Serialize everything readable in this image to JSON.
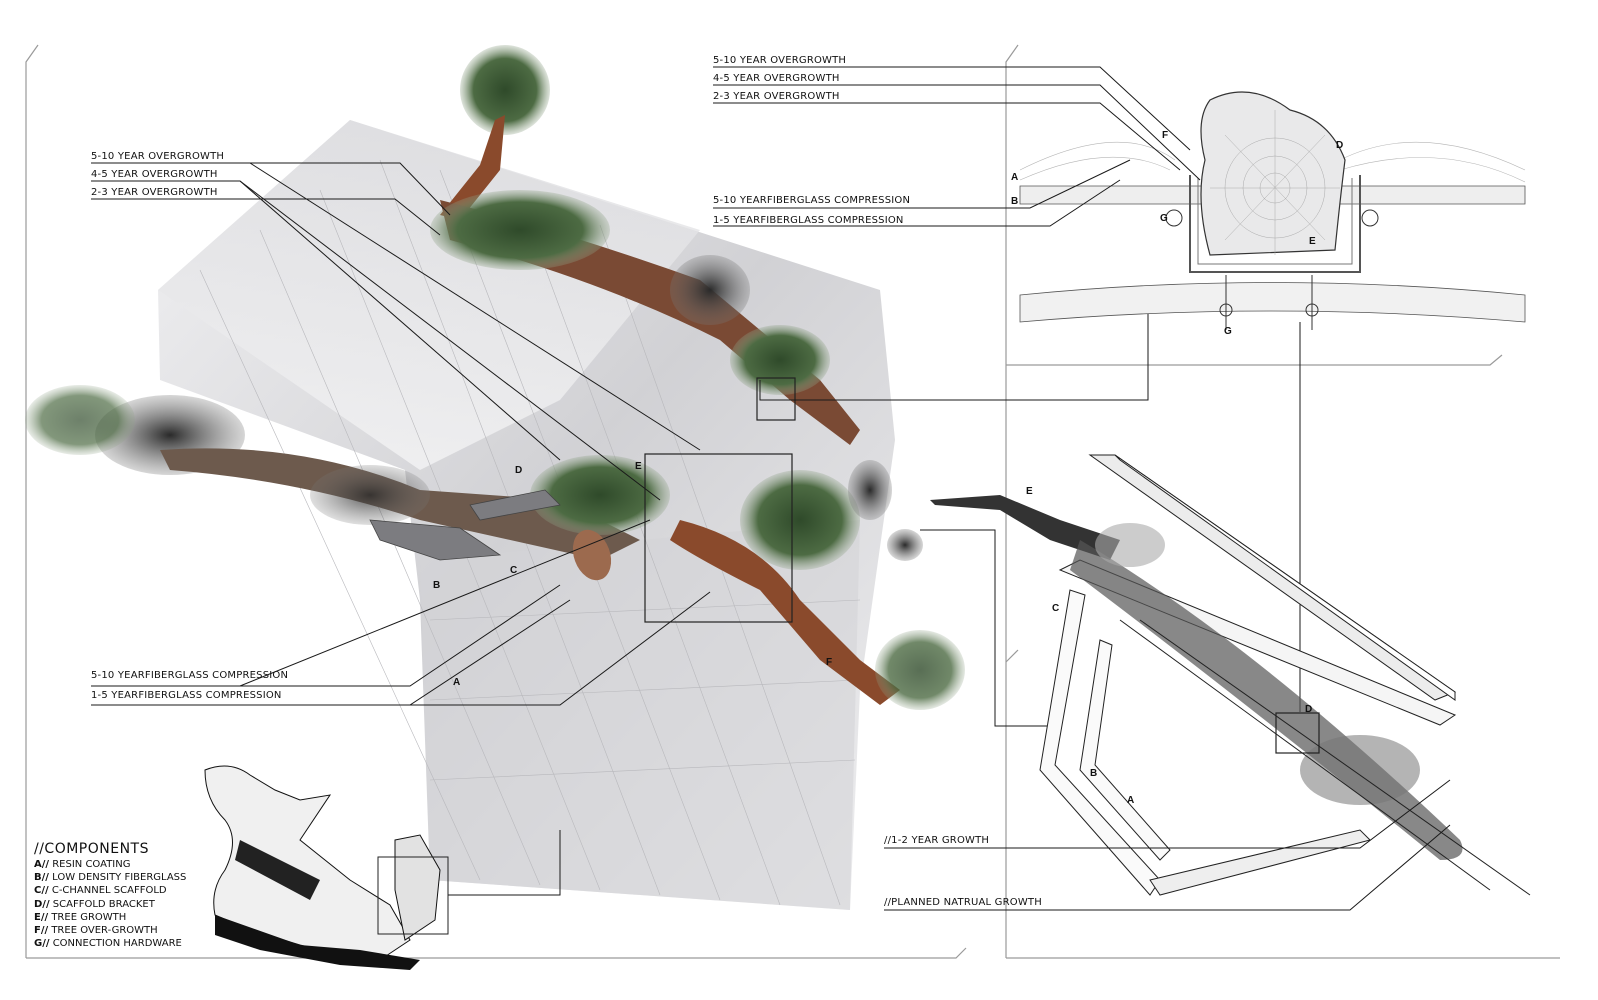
{
  "left_diagram": {
    "overgrowth_labels": [
      "5-10 YEAR OVERGROWTH",
      "4-5 YEAR OVERGROWTH",
      "2-3 YEAR OVERGROWTH"
    ],
    "compression_labels": [
      "5-10 YEARFIBERGLASS COMPRESSION",
      "1-5 YEARFIBERGLASS COMPRESSION"
    ],
    "letters": {
      "d": "D",
      "e": "E",
      "b": "B",
      "c": "C",
      "a": "A",
      "f": "F"
    }
  },
  "section_detail": {
    "overgrowth_labels": [
      "5-10 YEAR OVERGROWTH",
      "4-5 YEAR OVERGROWTH",
      "2-3 YEAR OVERGROWTH"
    ],
    "compression_labels": [
      "5-10 YEARFIBERGLASS COMPRESSION",
      "1-5 YEARFIBERGLASS COMPRESSION"
    ],
    "letters": {
      "f": "F",
      "d": "D",
      "a": "A",
      "b": "B",
      "g1": "G",
      "e": "E",
      "g2": "G"
    }
  },
  "axon_detail": {
    "letters": {
      "e": "E",
      "c": "C",
      "d": "D",
      "b": "B",
      "a": "A"
    },
    "growth_labels": [
      "//1-2 YEAR GROWTH",
      "//PLANNED NATRUAL GROWTH"
    ]
  },
  "components": {
    "title": "//COMPONENTS",
    "items": [
      {
        "key": "A//",
        "text": " RESIN COATING"
      },
      {
        "key": "B//",
        "text": " LOW DENSITY FIBERGLASS"
      },
      {
        "key": "C//",
        "text": " C-CHANNEL SCAFFOLD"
      },
      {
        "key": "D//",
        "text": " SCAFFOLD BRACKET"
      },
      {
        "key": "E//",
        "text": " TREE GROWTH"
      },
      {
        "key": "F//",
        "text": " TREE OVER-GROWTH"
      },
      {
        "key": "G//",
        "text": " CONNECTION HARDWARE"
      }
    ]
  },
  "colors": {
    "foliage": "#3d5a34",
    "trunk": "#8a4a2c",
    "fiberglass": "#cfcfd2",
    "ink": "#111111"
  }
}
